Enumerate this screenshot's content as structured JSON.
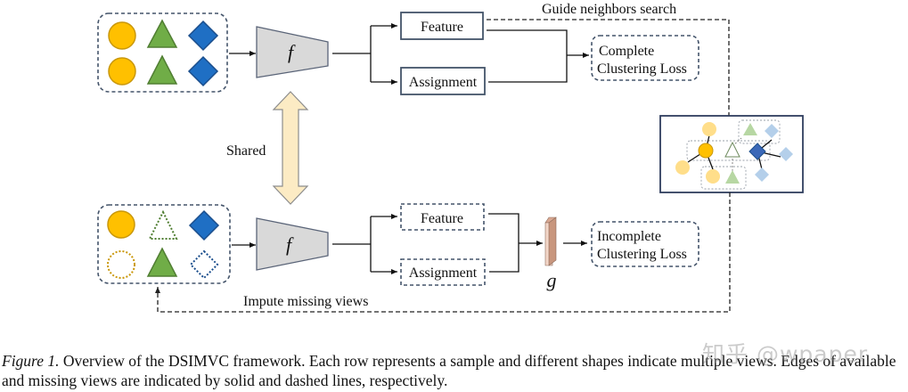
{
  "figure": {
    "top_row": {
      "encoder_label": "f",
      "feature_label": "Feature",
      "assignment_label": "Assignment",
      "loss_label_line1": "Complete",
      "loss_label_line2": "Clustering Loss",
      "views": [
        {
          "row": 1,
          "shapes": [
            {
              "type": "circle",
              "state": "available"
            },
            {
              "type": "triangle",
              "state": "available"
            },
            {
              "type": "diamond",
              "state": "available"
            }
          ]
        },
        {
          "row": 2,
          "shapes": [
            {
              "type": "circle",
              "state": "available"
            },
            {
              "type": "triangle",
              "state": "available"
            },
            {
              "type": "diamond",
              "state": "available"
            }
          ]
        }
      ]
    },
    "bottom_row": {
      "encoder_label": "f",
      "feature_label": "Feature",
      "assignment_label": "Assignment",
      "projector_label": "g",
      "loss_label_line1": "Incomplete",
      "loss_label_line2": "Clustering Loss",
      "views": [
        {
          "row": 1,
          "shapes": [
            {
              "type": "circle",
              "state": "available"
            },
            {
              "type": "triangle",
              "state": "missing"
            },
            {
              "type": "diamond",
              "state": "available"
            }
          ]
        },
        {
          "row": 2,
          "shapes": [
            {
              "type": "circle",
              "state": "missing"
            },
            {
              "type": "triangle",
              "state": "available"
            },
            {
              "type": "diamond",
              "state": "missing"
            }
          ]
        }
      ]
    },
    "shared_label": "Shared",
    "guide_label": "Guide neighbors search",
    "impute_label": "Impute missing views",
    "colors": {
      "circle": "#FFC000",
      "circle_stroke": "#C9970A",
      "triangle": "#70AD47",
      "triangle_stroke": "#507E32",
      "diamond": "#1F6FC4",
      "diamond_stroke": "#1B4E8C",
      "dashed_border": "#44546A",
      "encoder_fill": "#D9D9D9",
      "encoder_stroke": "#5A6478",
      "shared_arrow": "#FCEBC4",
      "projector": "#C8967E",
      "neighbor_box_border": "#2F3E5E"
    }
  },
  "caption": {
    "label": "Figure 1.",
    "text": " Overview of the DSIMVC framework. Each row represents a sample and different shapes indicate multiple views. Edges of available and missing views are indicated by solid and dashed lines, respectively."
  },
  "watermark": "知乎 @wpaper"
}
